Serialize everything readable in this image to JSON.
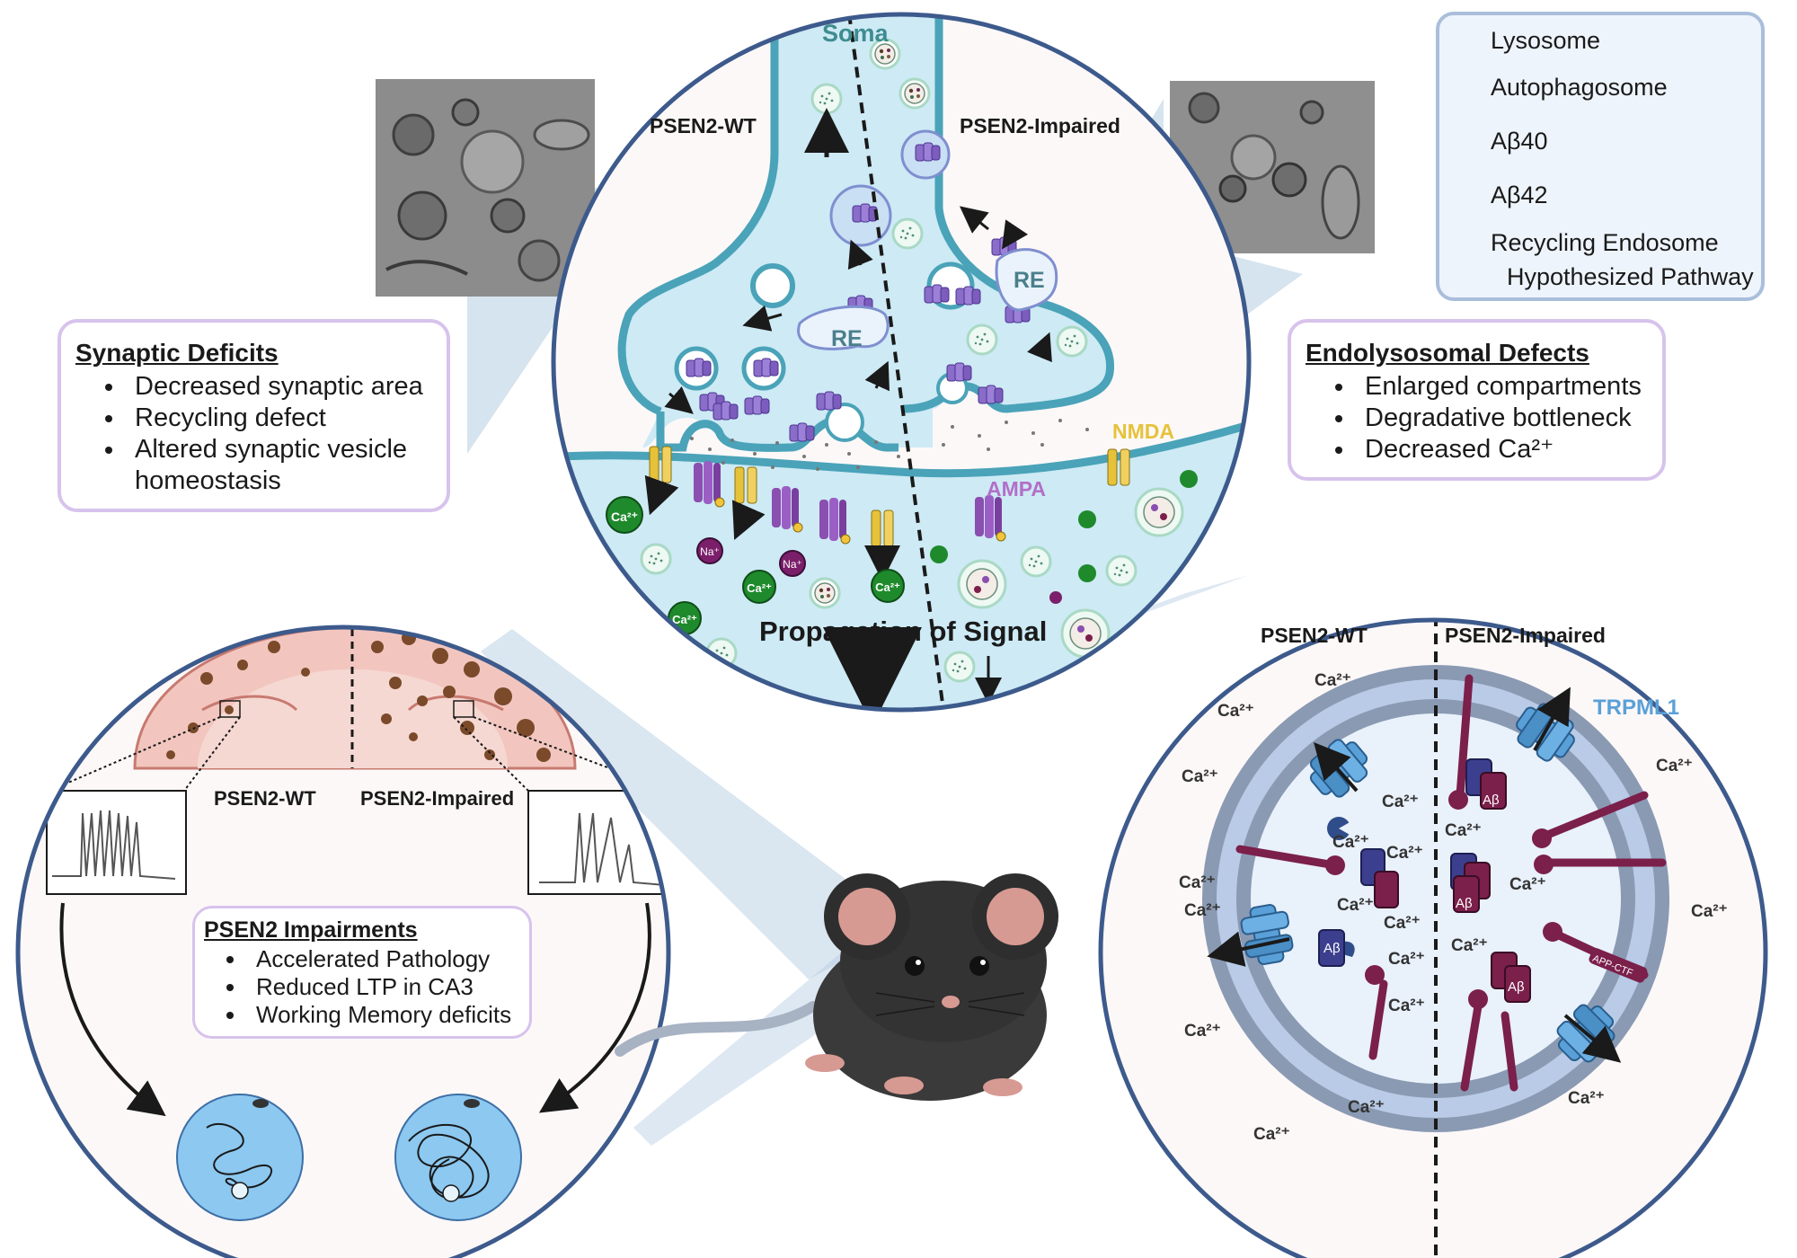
{
  "legend": {
    "lysosome": "Lysosome",
    "autophagosome": "Autophagosome",
    "abeta40": "Aβ40",
    "abeta42": "Aβ42",
    "recycling_endosome": "Recycling Endosome",
    "hypothesized_pathway": "Hypothesized Pathway",
    "abeta_badge": "Aβ"
  },
  "synapse": {
    "soma": "Soma",
    "wt": "PSEN2-WT",
    "impaired": "PSEN2-Impaired",
    "re": "RE",
    "nmda": "NMDA",
    "ampa": "AMPA",
    "propagation": "Propagation of Signal",
    "ca": "Ca²⁺",
    "na": "Na⁺"
  },
  "synaptic_deficits": {
    "title": "Synaptic Deficits",
    "items": [
      "Decreased synaptic area",
      "Recycling defect",
      "Altered synaptic vesicle homeostasis"
    ]
  },
  "endolysosomal_defects": {
    "title": "Endolysosomal Defects",
    "items": [
      "Enlarged compartments",
      "Degradative bottleneck",
      "Decreased Ca²⁺"
    ]
  },
  "brain": {
    "wt": "PSEN2-WT",
    "impaired": "PSEN2-Impaired"
  },
  "psen2_impairments": {
    "title": "PSEN2 Impairments",
    "items": [
      "Accelerated Pathology",
      "Reduced LTP in CA3",
      "Working Memory deficits"
    ]
  },
  "lysosome_panel": {
    "wt": "PSEN2-WT",
    "impaired": "PSEN2-Impaired",
    "trpml1": "TRPML1",
    "ca": "Ca²⁺",
    "app_ctf": "APP-CTF",
    "abeta": "Aβ"
  },
  "colors": {
    "navy_border": "#3d5a8c",
    "cytoplasm": "#cdeaf5",
    "membrane": "#4aa3b8",
    "purple": "#8a5ac2",
    "maroon": "#7b1f4b",
    "green_ion": "#1e8a2c",
    "trpml1_blue": "#5aa0d8",
    "nmda_yellow": "#e6c23a"
  }
}
